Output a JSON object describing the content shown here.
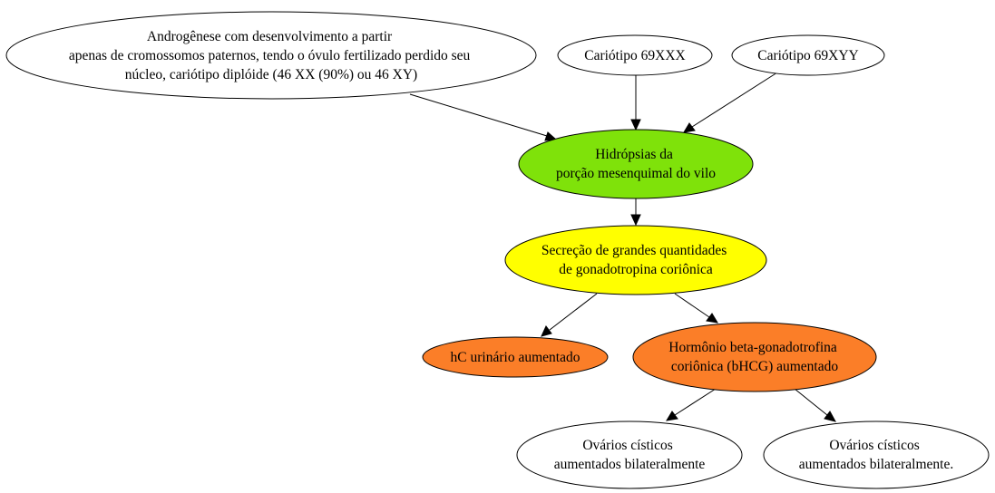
{
  "colors": {
    "white": "#ffffff",
    "green": "#7fe20a",
    "yellow": "#ffff00",
    "orange": "#fb7e28",
    "stroke": "#000000"
  },
  "nodes": {
    "androgenese": {
      "lines": [
        "Androgênese com desenvolvimento a partir",
        "apenas de cromossomos paternos, tendo o óvulo fertilizado perdido seu",
        "núcleo, cariótipo diplóide (46 XX (90%) ou 46 XY)"
      ]
    },
    "cariotipo_xxx": {
      "lines": [
        "Cariótipo 69XXX"
      ]
    },
    "cariotipo_xyy": {
      "lines": [
        "Cariótipo 69XYY"
      ]
    },
    "hidropsias": {
      "lines": [
        "Hidrópsias da",
        "porção mesenquimal do vilo"
      ]
    },
    "secrecao": {
      "lines": [
        "Secreção de grandes quantidades",
        "de gonadotropina coriônica"
      ]
    },
    "hc_urinario": {
      "lines": [
        "hC urinário aumentado"
      ]
    },
    "bhcg": {
      "lines": [
        "Hormônio beta-gonadotrofina",
        "coriônica (bHCG) aumentado"
      ]
    },
    "ovarios_1": {
      "lines": [
        "Ovários císticos",
        "aumentados bilateralmente"
      ]
    },
    "ovarios_2": {
      "lines": [
        "Ovários císticos",
        "aumentados bilateralmente."
      ]
    }
  }
}
